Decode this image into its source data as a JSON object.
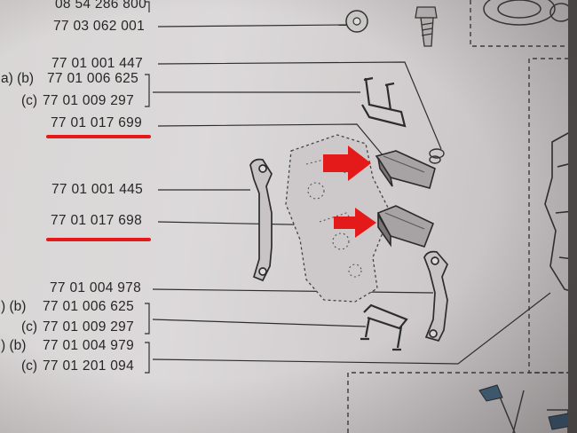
{
  "part_numbers": [
    {
      "id": "p1",
      "text": "08 54 286 800"
    },
    {
      "id": "p2",
      "text": "77 03 062 001"
    },
    {
      "id": "p3",
      "text": "77 01 001 447"
    },
    {
      "id": "p4",
      "text": "77 01 006 625"
    },
    {
      "id": "p5",
      "text": "77 01 009 297"
    },
    {
      "id": "p6",
      "text": "77 01 017 699"
    },
    {
      "id": "p7",
      "text": "77 01 001 445"
    },
    {
      "id": "p8",
      "text": "77 01 017 698"
    },
    {
      "id": "p9",
      "text": "77 01 004 978"
    },
    {
      "id": "p10",
      "text": "77 01 006 625"
    },
    {
      "id": "p11",
      "text": "77 01 009 297"
    },
    {
      "id": "p12",
      "text": "77 01 004 979"
    },
    {
      "id": "p13",
      "text": "77 01 201 094"
    }
  ],
  "variant_labels": [
    {
      "id": "v1",
      "text": "a) (b)"
    },
    {
      "id": "v2",
      "text": "(c)"
    },
    {
      "id": "v3",
      "text": ") (b)"
    },
    {
      "id": "v4",
      "text": "(c)"
    },
    {
      "id": "v5",
      "text": ") (b)"
    },
    {
      "id": "v6",
      "text": "(c)"
    }
  ],
  "highlight_color": "#e41a1a",
  "highlighted_parts": [
    "77 01 017 699",
    "77 01 017 698"
  ]
}
